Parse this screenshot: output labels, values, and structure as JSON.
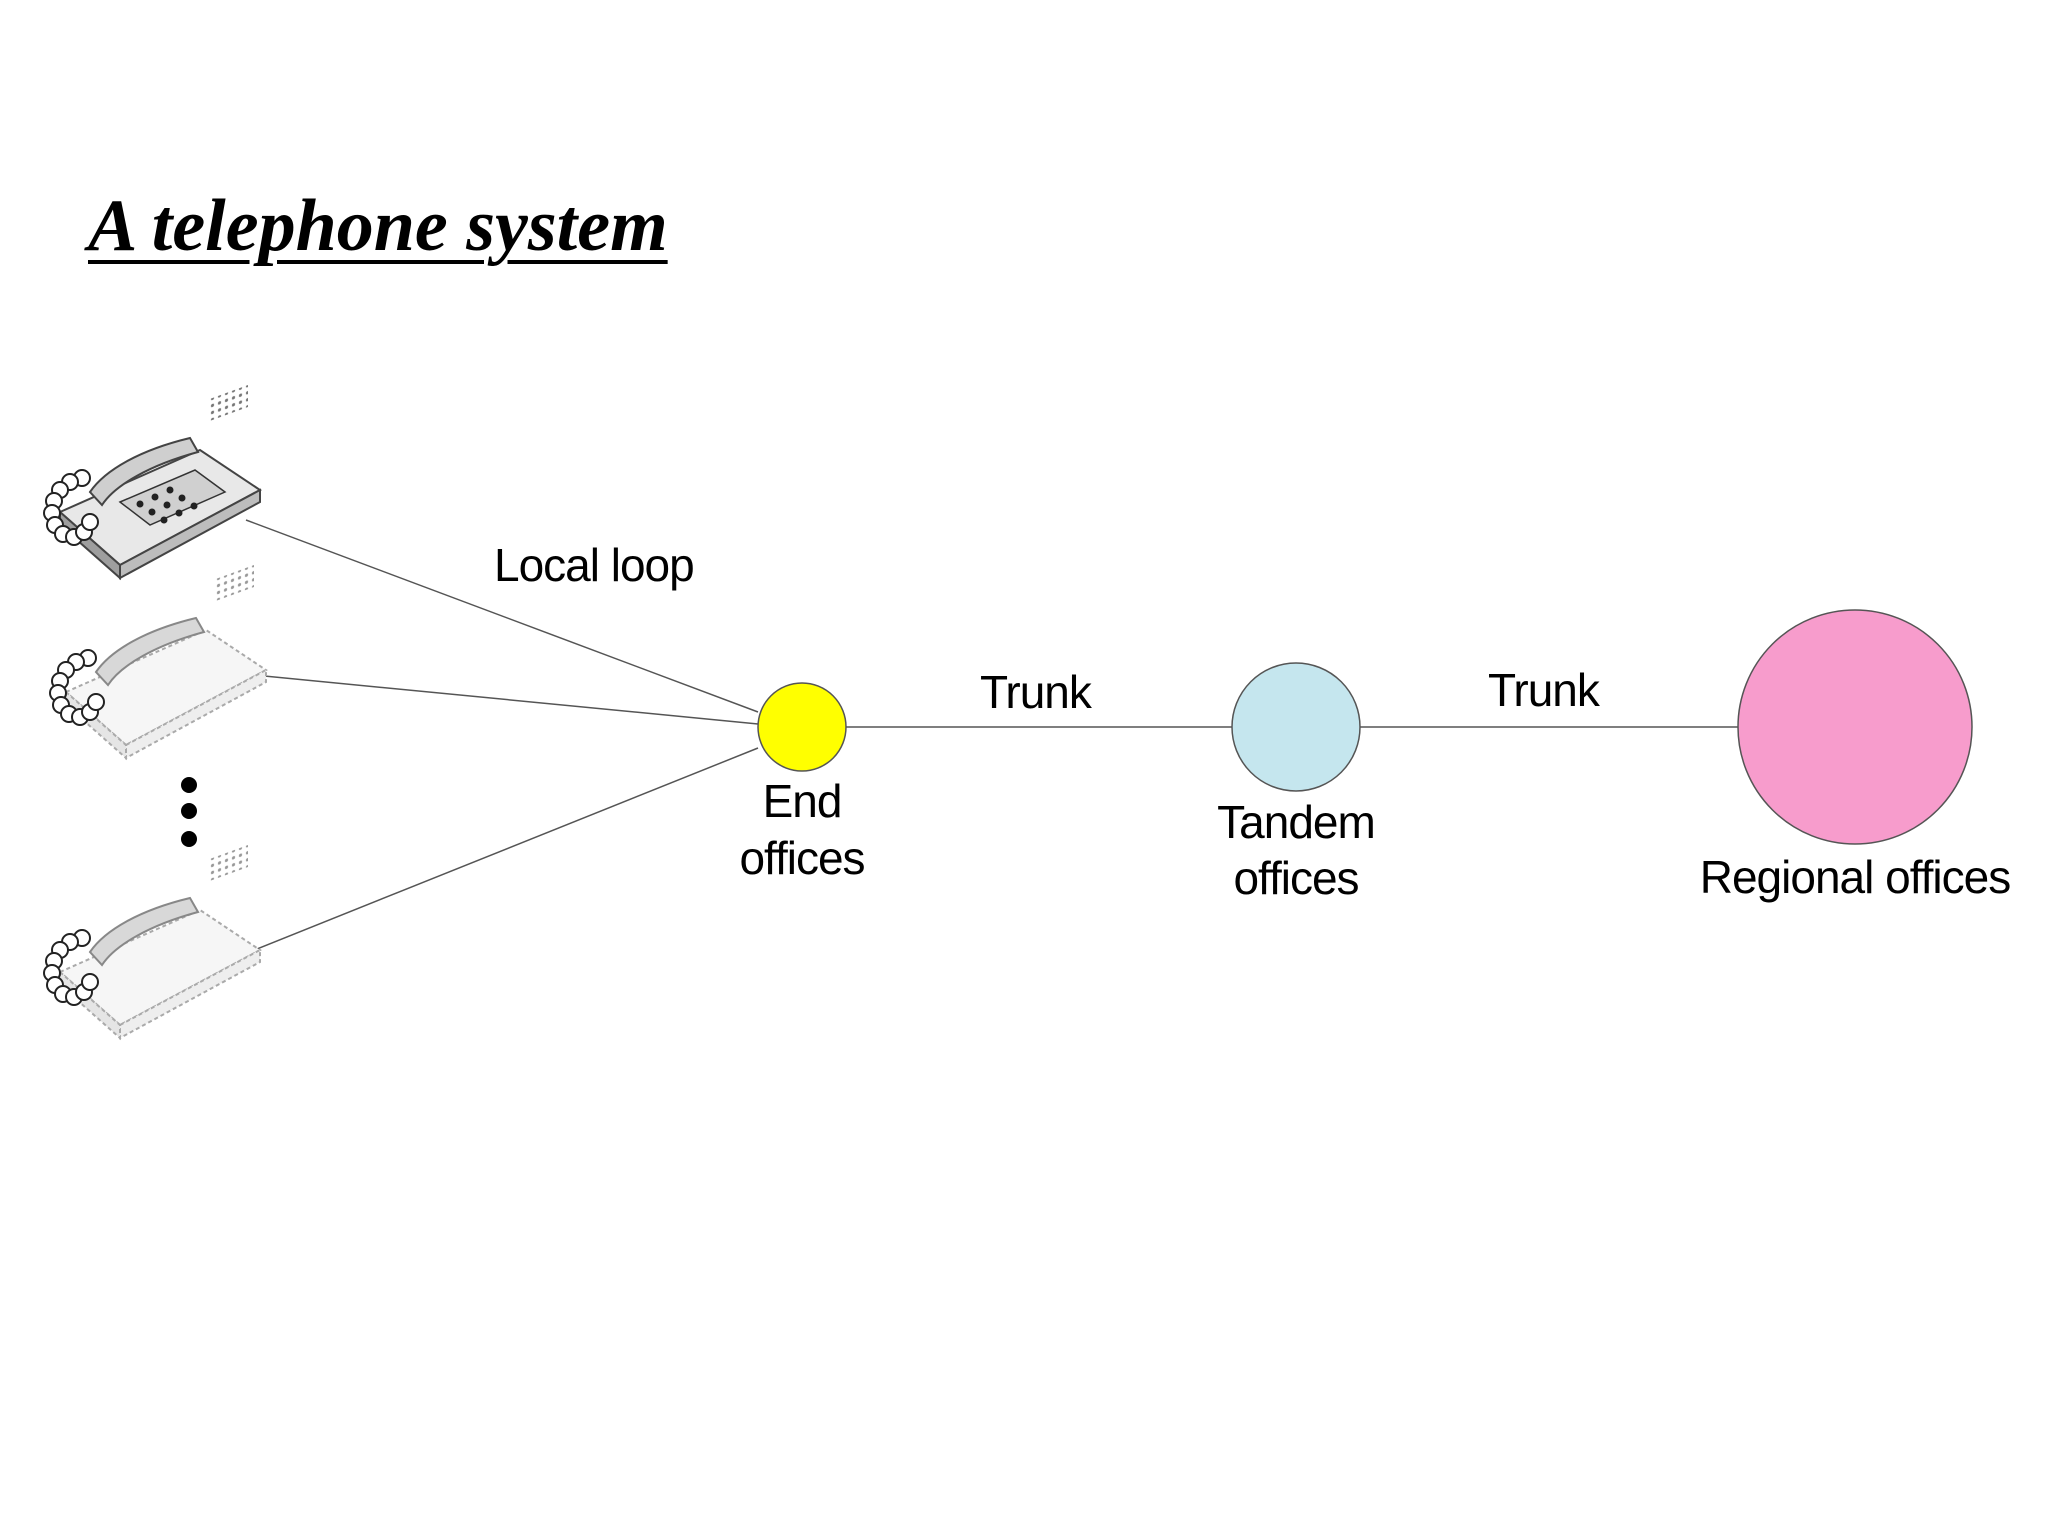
{
  "title": "A telephone system",
  "links": {
    "local_loop": "Local loop",
    "trunk_1": "Trunk",
    "trunk_2": "Trunk"
  },
  "nodes": {
    "end": {
      "line1": "End",
      "line2": "offices",
      "color": "#ffff00"
    },
    "tandem": {
      "line1": "Tandem",
      "line2": "offices",
      "color": "#c5e6ee"
    },
    "regional": {
      "line1": "Regional offices",
      "color": "#f79ccc"
    }
  },
  "telephones": {
    "count_shown": 3,
    "icon": "telephone-icon",
    "ellipsis_icon": "vertical-ellipsis-icon"
  }
}
